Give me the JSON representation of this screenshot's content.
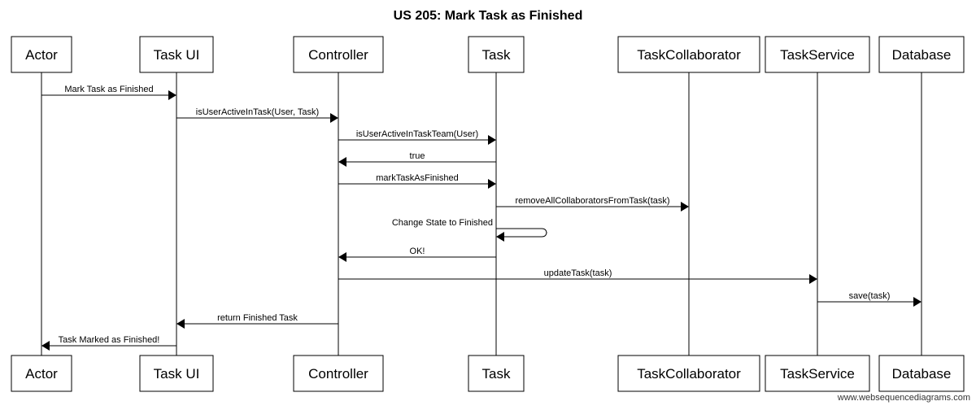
{
  "title": "US 205: Mark Task as Finished",
  "participants": [
    "Actor",
    "Task UI",
    "Controller",
    "Task",
    "TaskCollaborator",
    "TaskService",
    "Database"
  ],
  "messages": [
    {
      "from": 0,
      "to": 1,
      "label": "Mark Task as Finished"
    },
    {
      "from": 1,
      "to": 2,
      "label": "isUserActiveInTask(User, Task)"
    },
    {
      "from": 2,
      "to": 3,
      "label": "isUserActiveInTaskTeam(User)"
    },
    {
      "from": 3,
      "to": 2,
      "label": "true"
    },
    {
      "from": 2,
      "to": 3,
      "label": "markTaskAsFinished"
    },
    {
      "from": 3,
      "to": 4,
      "label": "removeAllCollaboratorsFromTask(task)"
    },
    {
      "from": 3,
      "to": 3,
      "label": "Change State to Finished"
    },
    {
      "from": 3,
      "to": 2,
      "label": "OK!"
    },
    {
      "from": 2,
      "to": 5,
      "label": "updateTask(task)"
    },
    {
      "from": 5,
      "to": 6,
      "label": "save(task)"
    },
    {
      "from": 2,
      "to": 1,
      "label": "return Finished Task"
    },
    {
      "from": 1,
      "to": 0,
      "label": "Task Marked as Finished!"
    }
  ],
  "watermark": "www.websequencediagrams.com"
}
